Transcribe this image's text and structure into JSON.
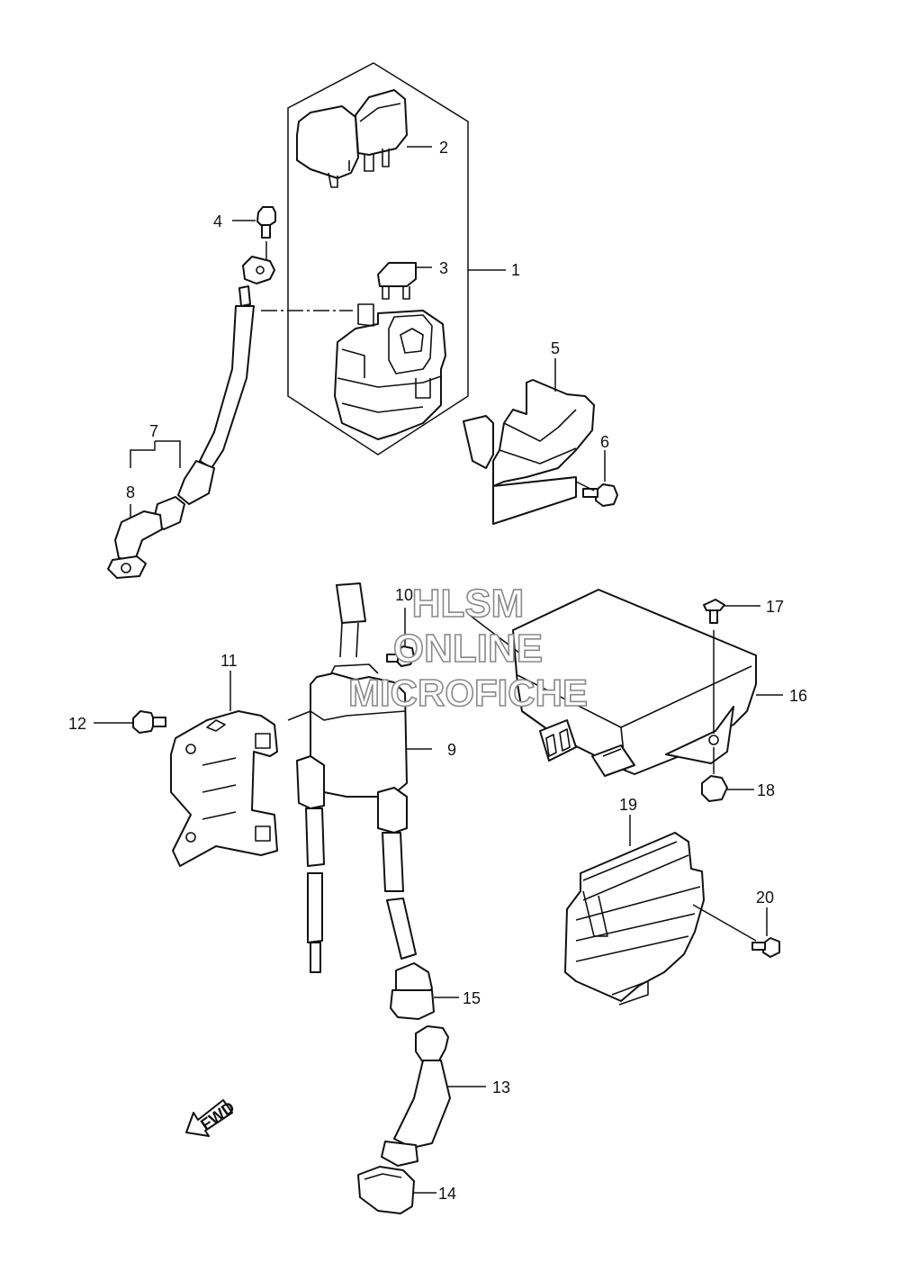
{
  "diagram": {
    "callouts": [
      {
        "id": "1",
        "text": "1"
      },
      {
        "id": "2",
        "text": "2"
      },
      {
        "id": "3",
        "text": "3"
      },
      {
        "id": "4",
        "text": "4"
      },
      {
        "id": "5",
        "text": "5"
      },
      {
        "id": "6",
        "text": "6"
      },
      {
        "id": "7",
        "text": "7"
      },
      {
        "id": "8",
        "text": "8"
      },
      {
        "id": "9",
        "text": "9"
      },
      {
        "id": "10",
        "text": "10"
      },
      {
        "id": "11",
        "text": "11"
      },
      {
        "id": "12",
        "text": "12"
      },
      {
        "id": "13",
        "text": "13"
      },
      {
        "id": "14",
        "text": "14"
      },
      {
        "id": "15",
        "text": "15"
      },
      {
        "id": "16",
        "text": "16"
      },
      {
        "id": "17",
        "text": "17"
      },
      {
        "id": "18",
        "text": "18"
      },
      {
        "id": "19",
        "text": "19"
      },
      {
        "id": "20",
        "text": "20"
      }
    ],
    "fwd_label": "FWD",
    "watermark": {
      "line1": "HLSM",
      "line2": "ONLINE",
      "line3": "MICROFICHE"
    }
  }
}
